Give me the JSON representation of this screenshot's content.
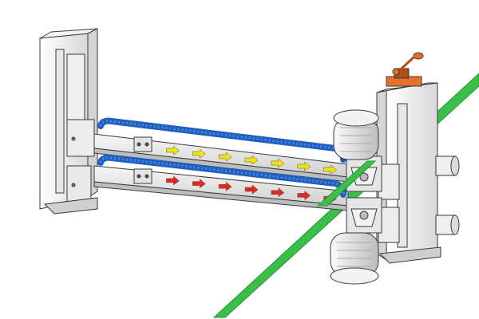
{
  "scene": {
    "subject": "technical-illustration",
    "colors": {
      "background": "#ffffff",
      "frame": "#f2f2f2",
      "frame_shade": "#d9d9d9",
      "outline": "#3a3a3a",
      "chain": "#1f5fbf",
      "chain_light": "#4a86e0",
      "belt": "#3bbf4a",
      "belt_dark": "#27963a",
      "arrow_upper": "#f2e600",
      "arrow_lower": "#e8251f",
      "handle": "#e8702a",
      "handle_dark": "#b54d12"
    },
    "upper_track_direction": "right",
    "lower_track_direction": "right",
    "upper_arrow_count": 7,
    "lower_arrow_count": 7
  }
}
